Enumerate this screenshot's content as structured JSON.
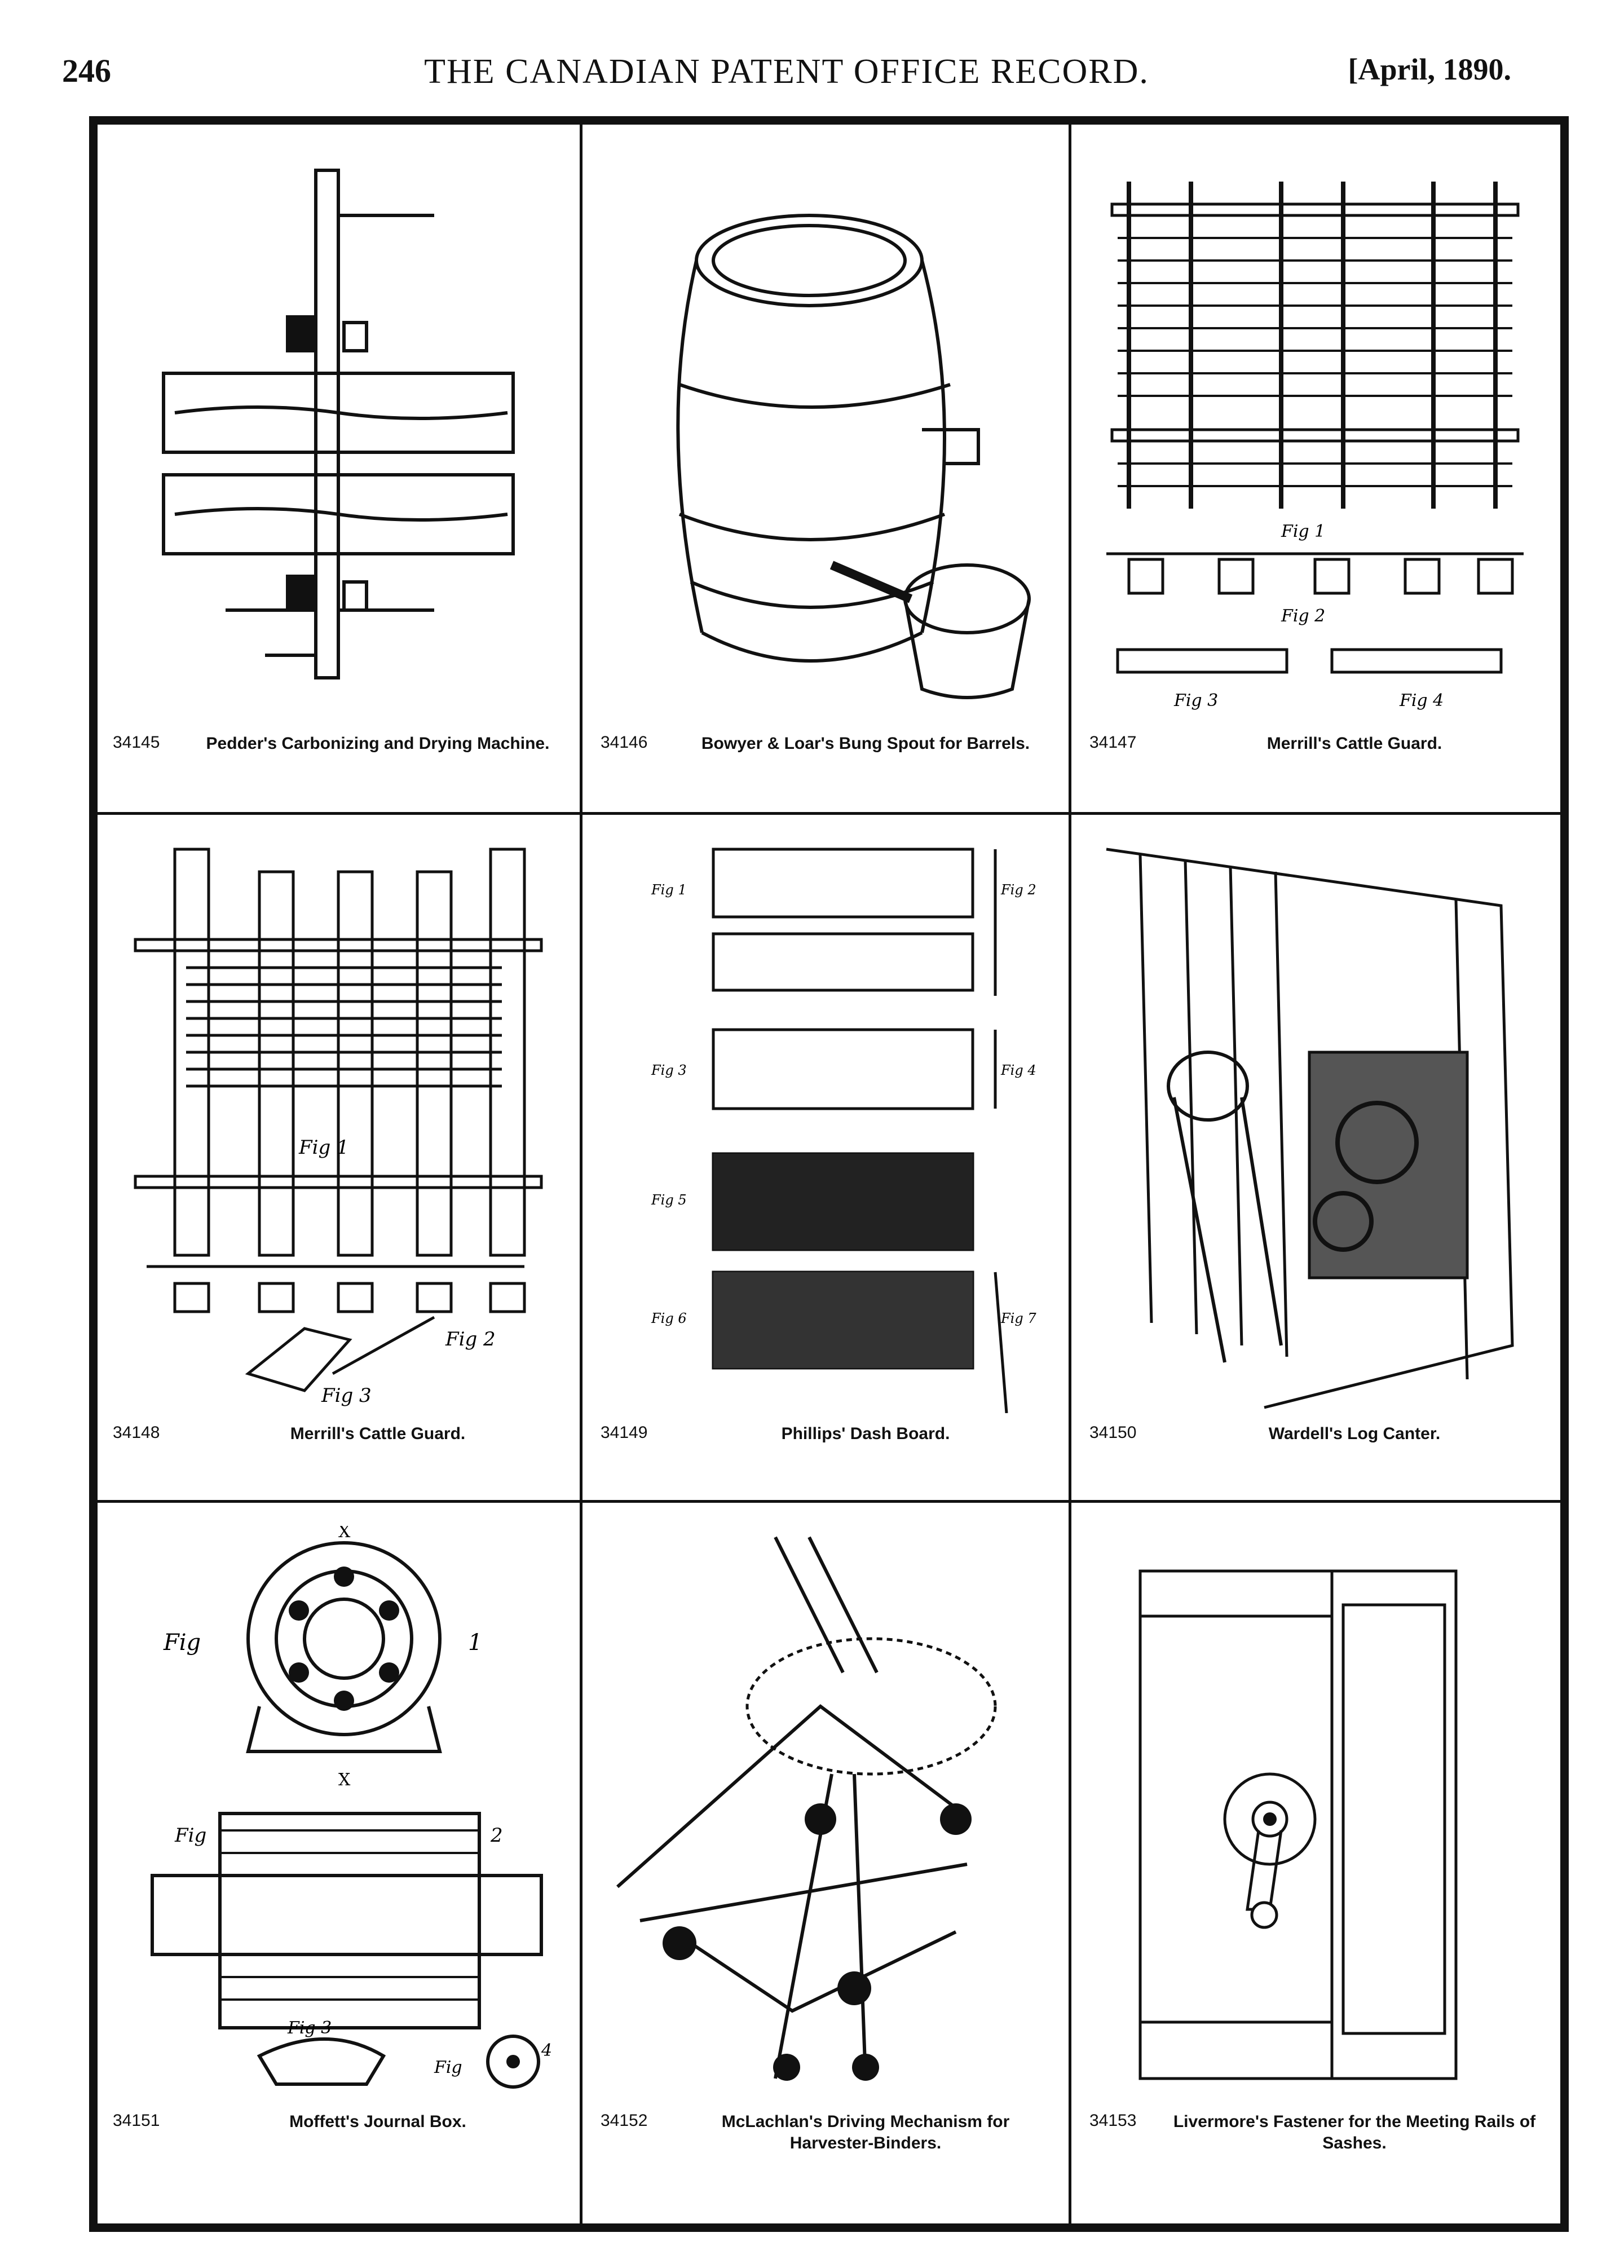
{
  "header": {
    "page_number": "246",
    "journal_title": "THE CANADIAN PATENT OFFICE RECORD.",
    "issue_date": "[April, 1890."
  },
  "figures": [
    {
      "number": "34145",
      "title": "Pedder's Carbonizing and Drying Machine."
    },
    {
      "number": "34146",
      "title": "Bowyer & Loar's Bung Spout for Barrels."
    },
    {
      "number": "34147",
      "title": "Merrill's Cattle Guard."
    },
    {
      "number": "34148",
      "title": "Merrill's Cattle Guard."
    },
    {
      "number": "34149",
      "title": "Phillips' Dash Board."
    },
    {
      "number": "34150",
      "title": "Wardell's Log Canter."
    },
    {
      "number": "34151",
      "title": "Moffett's Journal Box."
    },
    {
      "number": "34152",
      "title": "McLachlan's Driving Mechanism for Harvester-Binders."
    },
    {
      "number": "34153",
      "title": "Livermore's Fastener for the Meeting Rails of Sashes."
    }
  ],
  "figure_labels": {
    "fig1": "Fig 1",
    "fig2": "Fig 2",
    "fig3": "Fig 3",
    "fig4": "Fig 4",
    "fig5": "Fig 5",
    "fig6": "Fig 6",
    "fig7": "Fig 7",
    "fig": "Fig",
    "one": "1",
    "two": "2",
    "four": "4",
    "x": "X"
  }
}
